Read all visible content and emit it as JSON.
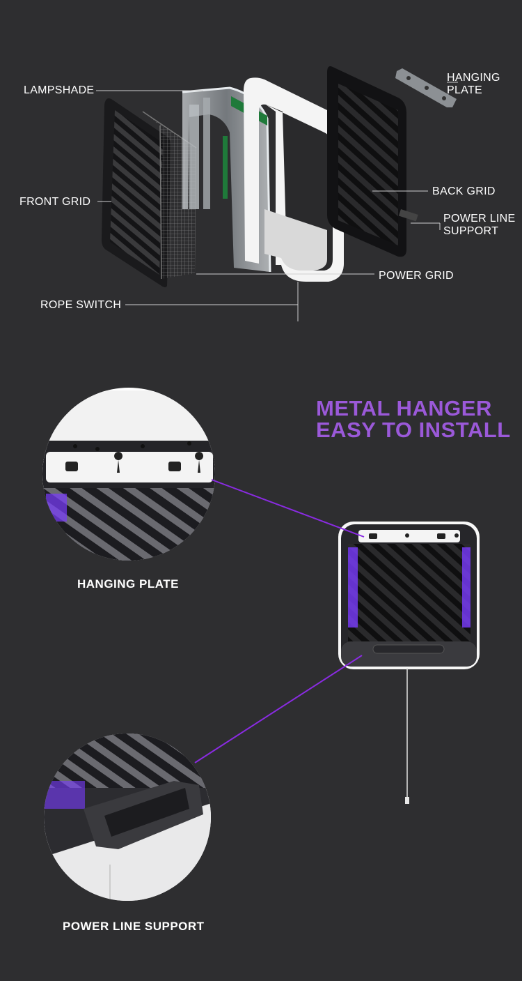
{
  "parts": {
    "lampshade": "LAMPSHADE",
    "hanging_plate": [
      "HANGING",
      "PLATE"
    ],
    "front_grid": "FRONT GRID",
    "back_grid": "BACK GRID",
    "power_line_support": [
      "POWER LINE",
      "SUPPORT"
    ],
    "power_grid": "POWER GRID",
    "rope_switch": "ROPE SWITCH"
  },
  "feature": {
    "headline": [
      "METAL HANGER",
      "EASY TO INSTALL"
    ],
    "hanging_plate_caption": "HANGING PLATE",
    "power_line_support_caption": "POWER LINE SUPPORT"
  },
  "colors": {
    "background": "#2e2e30",
    "accent": "#9b59d9",
    "uv_glow": "#7a3cff",
    "green_board": "#1f7a3a"
  }
}
